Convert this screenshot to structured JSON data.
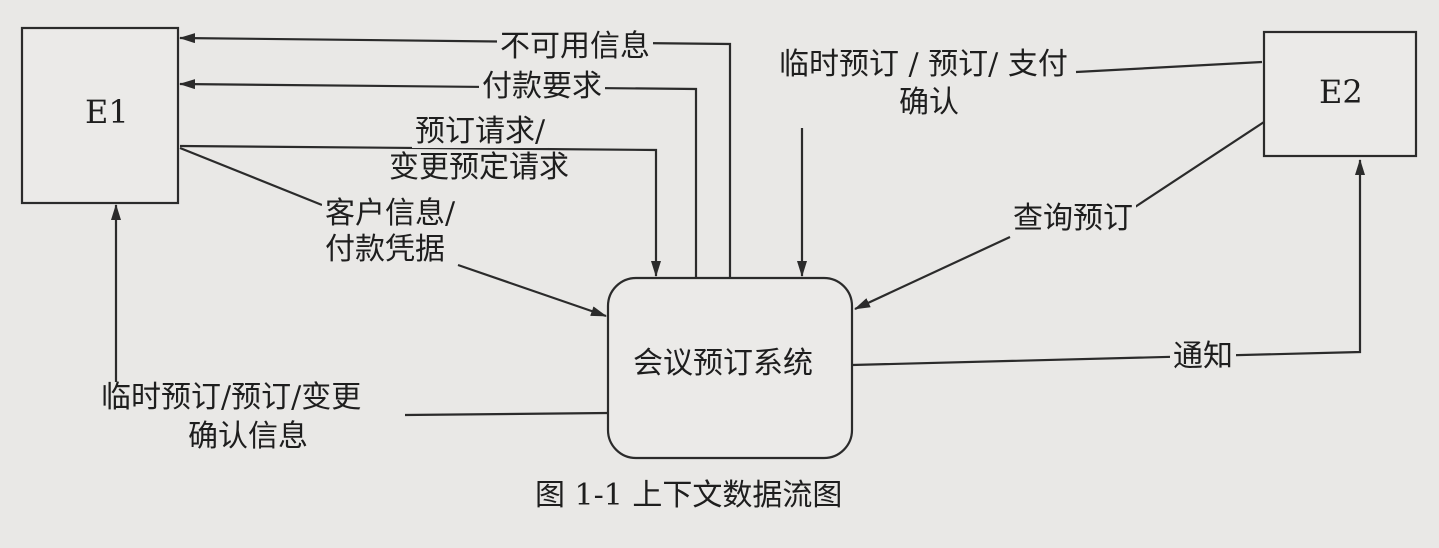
{
  "entities": {
    "e1": "E1",
    "e2": "E2"
  },
  "process": "会议预订系统",
  "flows": {
    "unavailable_info": "不可用信息",
    "payment_request": "付款要求",
    "booking_request_line1": "预订请求/",
    "booking_request_line2": "变更预定请求",
    "customer_info_line1": "客户信息/",
    "customer_info_line2": "付款凭据",
    "e1_confirm_line1": "临时预订/预订/变更",
    "e1_confirm_line2": "确认信息",
    "e2_confirm_line1": "临时预订 / 预订/ 支付",
    "e2_confirm_line2": "确认",
    "query_booking": "查询预订",
    "notify": "通知"
  },
  "caption": "图 1-1    上下文数据流图"
}
